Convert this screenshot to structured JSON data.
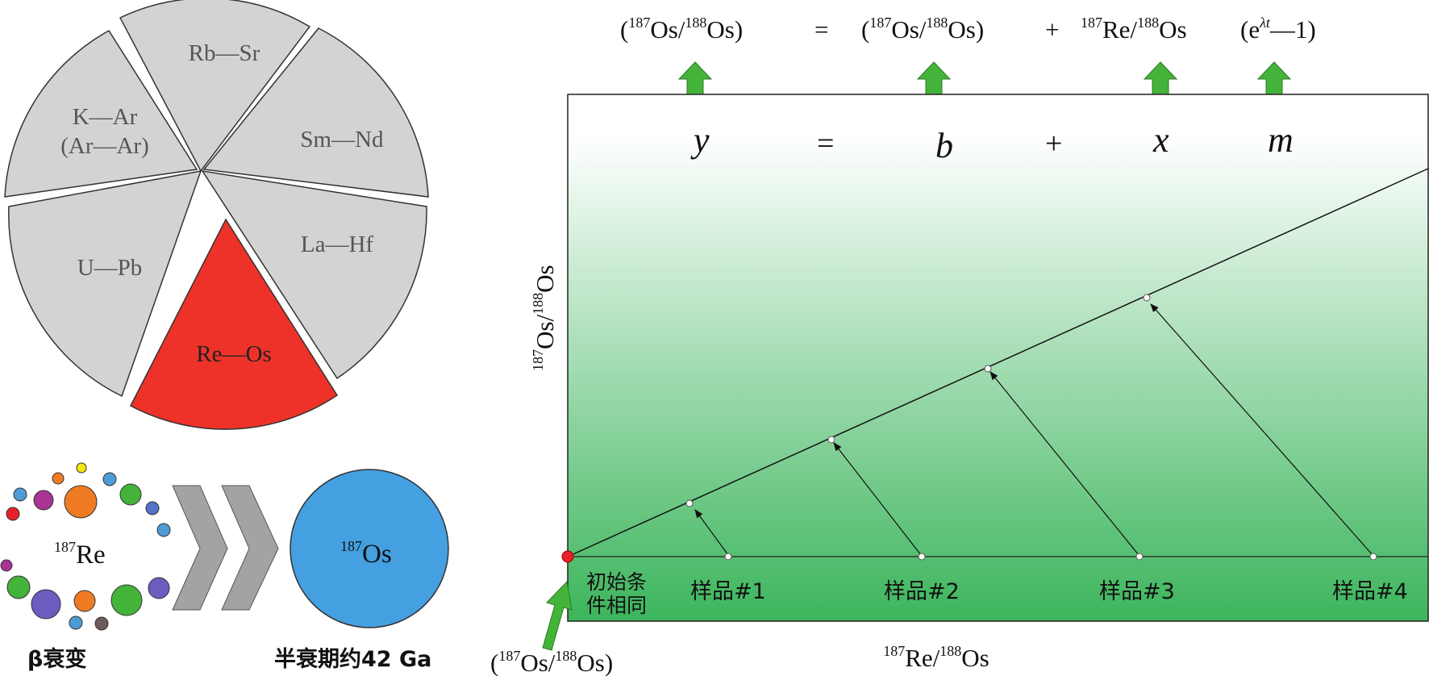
{
  "methods": {
    "rb_sr": "Rb—Sr",
    "k_ar": "K—Ar",
    "ar_ar": "(Ar—Ar)",
    "sm_nd": "Sm—Nd",
    "u_pb": "U—Pb",
    "la_hf": "La—Hf",
    "re_os": "Re—Os"
  },
  "decay": {
    "parent_mass": "187",
    "parent_symbol": "Re",
    "daughter_mass": "187",
    "daughter_symbol": "Os",
    "beta_label": "β衰变",
    "half_life_label": "半衰期约42 Ga"
  },
  "equation": {
    "open1": "(",
    "m187a": "187",
    "os_a": "Os/",
    "m188a": "188",
    "os_a2": "Os)",
    "equals": "=",
    "open2": "(",
    "m187b": "187",
    "os_b": "Os/",
    "m188b": "188",
    "os_b2": "Os)",
    "plus": "+",
    "m187c": "187",
    "re_c": "Re/",
    "m188c": "188",
    "os_c": "Os",
    "exp_open": "(e",
    "exp_sup": "λt",
    "exp_close": "—1)"
  },
  "linear": {
    "y": "y",
    "equals": "=",
    "b": "b",
    "plus": "+",
    "x": "x",
    "m": "m"
  },
  "plot": {
    "y_axis_m187": "187",
    "y_axis_os": "Os/",
    "y_axis_m188": "188",
    "y_axis_os2": "Os",
    "x_axis_m187": "187",
    "x_axis_re": "Re/",
    "x_axis_m188": "188",
    "x_axis_os": "Os",
    "origin_open": "(",
    "origin_m187": "187",
    "origin_os": "Os/",
    "origin_m188": "188",
    "origin_os2": "Os)",
    "initial_line1": "初始条",
    "initial_line2": "件相同",
    "samples": [
      "样品#1",
      "样品#2",
      "样品#3",
      "样品#4"
    ]
  },
  "colors": {
    "re_os_slice": "#ee3229",
    "other_slices": "#d3d3d3",
    "os_circle": "#44a0e0",
    "arrow_green": "#44b33a",
    "chevron": "#a3a3a3",
    "plot_green_dark": "#3cb55c",
    "origin_dot": "#e8202a"
  },
  "icons": [
    "chevron-right-icon",
    "up-arrow-icon"
  ]
}
